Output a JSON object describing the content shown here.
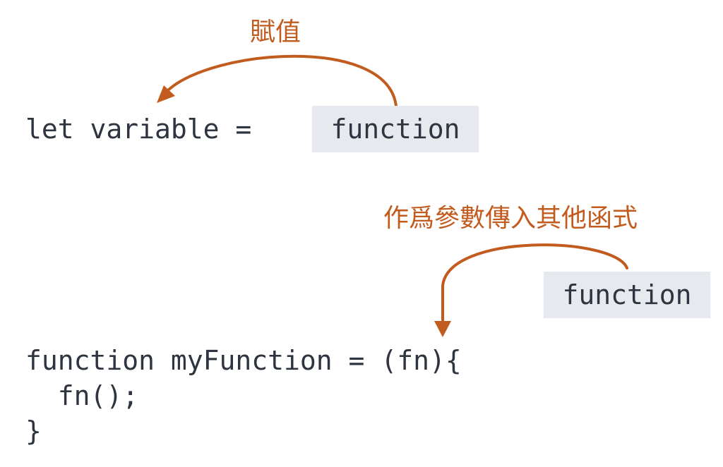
{
  "colors": {
    "accent": "#c15b1e",
    "box_bg": "#e6e9ed",
    "text": "#2e3440"
  },
  "assignment": {
    "label": "賦值",
    "code": "let variable =",
    "box": "function"
  },
  "argument": {
    "label": "作爲參數傳入其他函式",
    "box": "function",
    "code_lines": [
      "function myFunction = (fn){",
      "  fn();",
      "}"
    ]
  }
}
